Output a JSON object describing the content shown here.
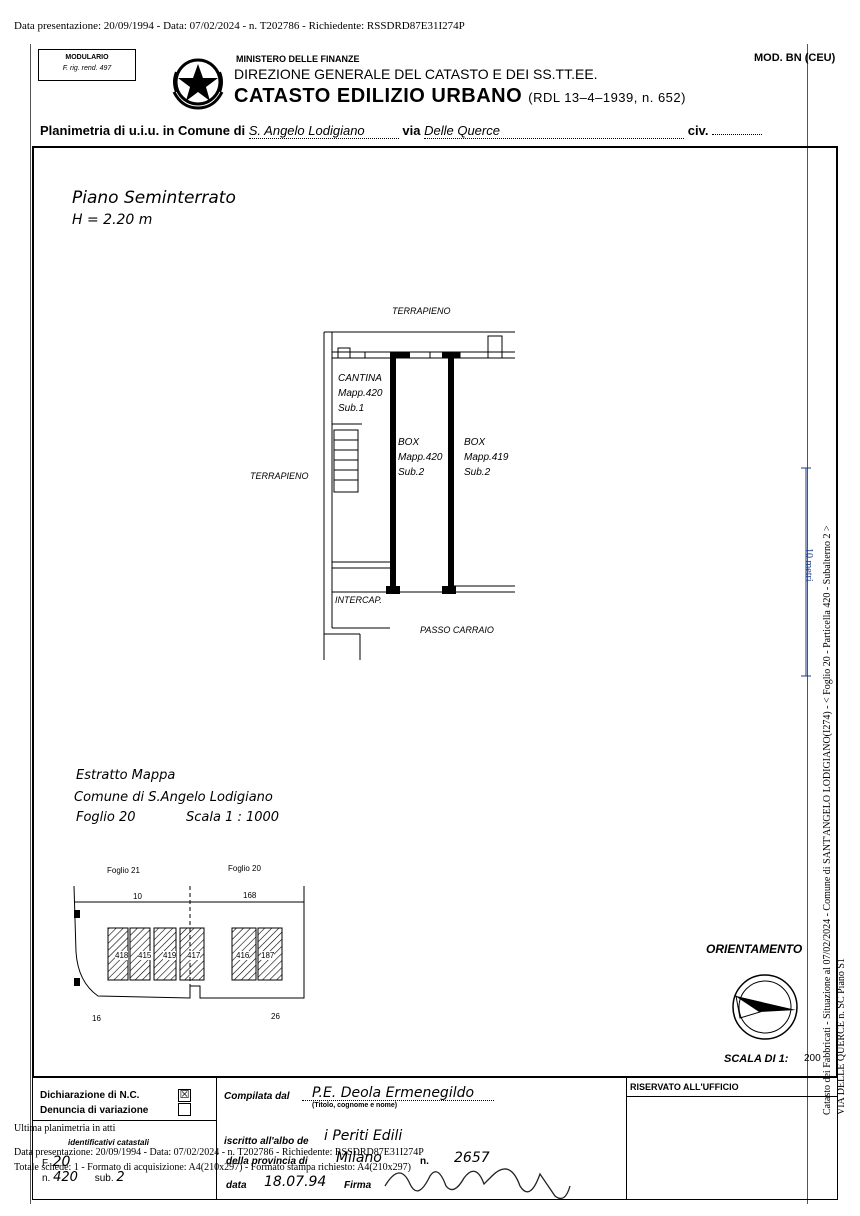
{
  "top_note": "Data presentazione: 20/09/1994 - Data: 07/02/2024 - n. T202786 - Richiedente: RSSDRD87E31I274P",
  "header": {
    "modulario": "MODULARIO",
    "modulario_sub": "F. rig. rend. 497",
    "mod_code": "MOD. BN (CEU)",
    "ministry": "MINISTERO DELLE FINANZE",
    "direction": "DIREZIONE GENERALE DEL CATASTO E DEI SS.TT.EE.",
    "catasto": "CATASTO EDILIZIO URBANO",
    "rdl": "(RDL 13–4–1939, n. 652)"
  },
  "planimetria": {
    "label": "Planimetria di u.i.u. in Comune di",
    "comune": "S. Angelo Lodigiano",
    "via_label": "via",
    "via": "Delle Querce",
    "civ_label": "civ."
  },
  "floor": {
    "name": "Piano Seminterrato",
    "height": "H = 2.20 m"
  },
  "plan_labels": {
    "terrapieno_top": "TERRAPIENO",
    "terrapieno_left": "TERRAPIENO",
    "cantina": "CANTINA",
    "cantina_mapp": "Mapp.420",
    "cantina_sub": "Sub.1",
    "box1": "BOX",
    "box1_mapp": "Mapp.420",
    "box1_sub": "Sub.2",
    "box2": "BOX",
    "box2_mapp": "Mapp.419",
    "box2_sub": "Sub.2",
    "intercap": "INTERCAP.",
    "passo": "PASSO CARRAIO"
  },
  "scale_bar": "10 metri",
  "estratto": {
    "title": "Estratto Mappa",
    "comune": "Comune di S.Angelo Lodigiano",
    "foglio": "Foglio 20",
    "scala": "Scala 1 : 1000"
  },
  "map_labels": {
    "foglio21": "Foglio 21",
    "foglio20": "Foglio 20",
    "n10": "10",
    "n168": "168",
    "n16": "16",
    "n26": "26",
    "p418": "418",
    "p415": "415",
    "p419": "419",
    "p417": "417",
    "p416": "416",
    "p187": "187"
  },
  "orientamento": "ORIENTAMENTO",
  "scala_di": "SCALA DI 1:",
  "scala_val": "200",
  "bottom": {
    "dichiarazione": "Dichiarazione di N.C.",
    "denuncia": "Denuncia di variazione",
    "identificativi": "identificativi catastali",
    "foglio_label": "F.",
    "foglio_val": "20",
    "n_label": "n.",
    "n_val": "420",
    "sub_label": "sub.",
    "sub_val": "2",
    "compilata": "Compilata dal",
    "compilata_val": "P.E. Deola Ermenegildo",
    "titolo_note": "(Titolo, cognome e nome)",
    "iscritto": "iscritto all'albo de",
    "iscritto_val": "i Periti Edili",
    "provincia": "della provincia di",
    "provincia_val": "Milano",
    "albo_n": "n.",
    "albo_n_val": "2657",
    "data_label": "data",
    "data_val": "18.07.94",
    "firma": "Firma",
    "riservato": "RISERVATO ALL'UFFICIO"
  },
  "overlays": {
    "ultima": "Ultima planimetria in atti",
    "data_line": "Data presentazione: 20/09/1994 - Data: 07/02/2024 - n. T202786 - Richiedente: RSSDRD87E31I274P",
    "totale": "Totale schede: 1 - Formato di acquisizione: A4(210x297) - Formato stampa richiesto: A4(210x297)"
  },
  "side": {
    "line1": "Catasto dei Fabbricati - Situazione al 07/02/2024 - Comune di SANT'ANGELO LODIGIANO(I274) - < Foglio 20 - Particella 420 - Subalterno 2 >",
    "line2": "VIA DELLE QUERCE n. SC Piano S1"
  }
}
